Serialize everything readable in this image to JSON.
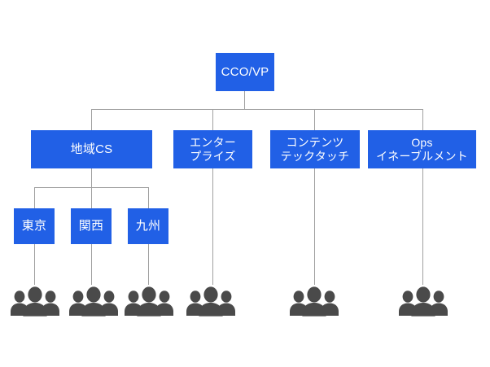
{
  "diagram": {
    "title": "CCO/VP organization chart",
    "colors": {
      "node_fill": "#2160e6",
      "node_text": "#ffffff",
      "connector": "#a0a0a0",
      "people_icon": "#4a4a4a",
      "background": "#ffffff"
    },
    "nodes": {
      "root": {
        "label": "CCO/VP"
      },
      "level2": [
        {
          "id": "regional-cs",
          "label": "地域CS"
        },
        {
          "id": "enterprise",
          "label": "エンター\nプライズ"
        },
        {
          "id": "content-techtouch",
          "label": "コンテンツ\nテックタッチ"
        },
        {
          "id": "ops-enablement",
          "label": "Ops\nイネーブルメント"
        }
      ],
      "level3": [
        {
          "id": "tokyo",
          "label": "東京"
        },
        {
          "id": "kansai",
          "label": "関西"
        },
        {
          "id": "kyushu",
          "label": "九州"
        }
      ]
    },
    "team_icons": [
      {
        "id": "team-tokyo",
        "icon": "people-group-icon"
      },
      {
        "id": "team-kansai",
        "icon": "people-group-icon"
      },
      {
        "id": "team-kyushu",
        "icon": "people-group-icon"
      },
      {
        "id": "team-enterprise",
        "icon": "people-group-icon"
      },
      {
        "id": "team-content-techtouch",
        "icon": "people-group-icon"
      },
      {
        "id": "team-ops-enablement",
        "icon": "people-group-icon"
      }
    ]
  }
}
